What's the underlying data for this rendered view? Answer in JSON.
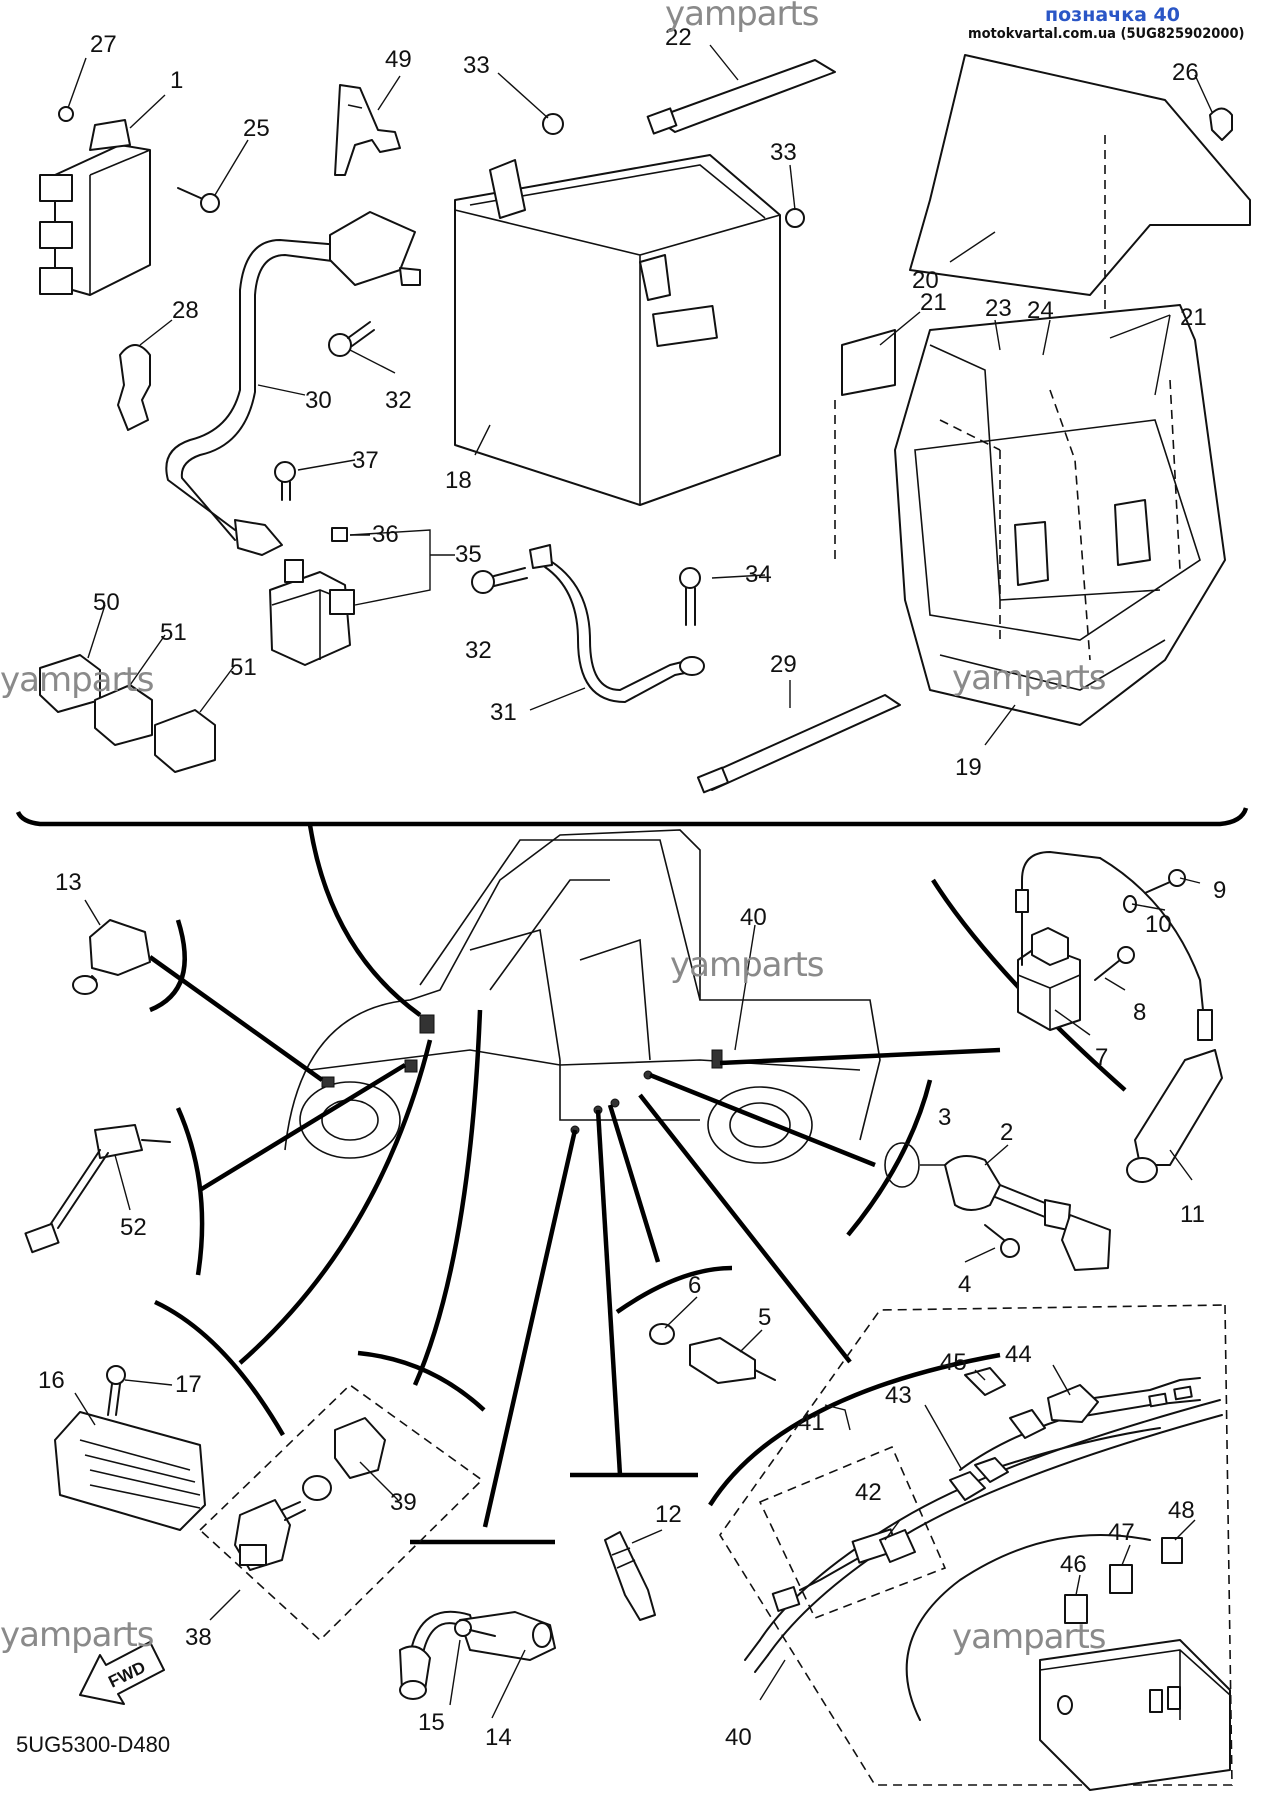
{
  "header": {
    "title": "позначка 40",
    "source": "motokvartal.com.ua (5UG825902000)"
  },
  "watermark": "yamparts",
  "diagram_code": "5UG5300-D480",
  "fwd_label": "FWD",
  "callouts": [
    {
      "id": "c27",
      "label": "27"
    },
    {
      "id": "c1",
      "label": "1"
    },
    {
      "id": "c25",
      "label": "25"
    },
    {
      "id": "c49",
      "label": "49"
    },
    {
      "id": "c33a",
      "label": "33"
    },
    {
      "id": "c22",
      "label": "22"
    },
    {
      "id": "c33b",
      "label": "33"
    },
    {
      "id": "c26",
      "label": "26"
    },
    {
      "id": "c20",
      "label": "20"
    },
    {
      "id": "c28",
      "label": "28"
    },
    {
      "id": "c30",
      "label": "30"
    },
    {
      "id": "c32a",
      "label": "32"
    },
    {
      "id": "c18",
      "label": "18"
    },
    {
      "id": "c21a",
      "label": "21"
    },
    {
      "id": "c23",
      "label": "23"
    },
    {
      "id": "c24",
      "label": "24"
    },
    {
      "id": "c21b",
      "label": "21"
    },
    {
      "id": "c37",
      "label": "37"
    },
    {
      "id": "c36",
      "label": "36"
    },
    {
      "id": "c35",
      "label": "35"
    },
    {
      "id": "c32b",
      "label": "32"
    },
    {
      "id": "c34",
      "label": "34"
    },
    {
      "id": "c50",
      "label": "50"
    },
    {
      "id": "c51a",
      "label": "51"
    },
    {
      "id": "c51b",
      "label": "51"
    },
    {
      "id": "c31",
      "label": "31"
    },
    {
      "id": "c29",
      "label": "29"
    },
    {
      "id": "c19",
      "label": "19"
    },
    {
      "id": "c13",
      "label": "13"
    },
    {
      "id": "c40a",
      "label": "40"
    },
    {
      "id": "c9",
      "label": "9"
    },
    {
      "id": "c10",
      "label": "10"
    },
    {
      "id": "c8",
      "label": "8"
    },
    {
      "id": "c7",
      "label": "7"
    },
    {
      "id": "c3",
      "label": "3"
    },
    {
      "id": "c2",
      "label": "2"
    },
    {
      "id": "c52",
      "label": "52"
    },
    {
      "id": "c11",
      "label": "11"
    },
    {
      "id": "c4",
      "label": "4"
    },
    {
      "id": "c6",
      "label": "6"
    },
    {
      "id": "c5",
      "label": "5"
    },
    {
      "id": "c44",
      "label": "44"
    },
    {
      "id": "c16",
      "label": "16"
    },
    {
      "id": "c17",
      "label": "17"
    },
    {
      "id": "c45",
      "label": "45"
    },
    {
      "id": "c43",
      "label": "43"
    },
    {
      "id": "c41",
      "label": "41"
    },
    {
      "id": "c42",
      "label": "42"
    },
    {
      "id": "c39",
      "label": "39"
    },
    {
      "id": "c12",
      "label": "12"
    },
    {
      "id": "c48",
      "label": "48"
    },
    {
      "id": "c47",
      "label": "47"
    },
    {
      "id": "c46",
      "label": "46"
    },
    {
      "id": "c38",
      "label": "38"
    },
    {
      "id": "c15",
      "label": "15"
    },
    {
      "id": "c14",
      "label": "14"
    },
    {
      "id": "c40b",
      "label": "40"
    }
  ]
}
